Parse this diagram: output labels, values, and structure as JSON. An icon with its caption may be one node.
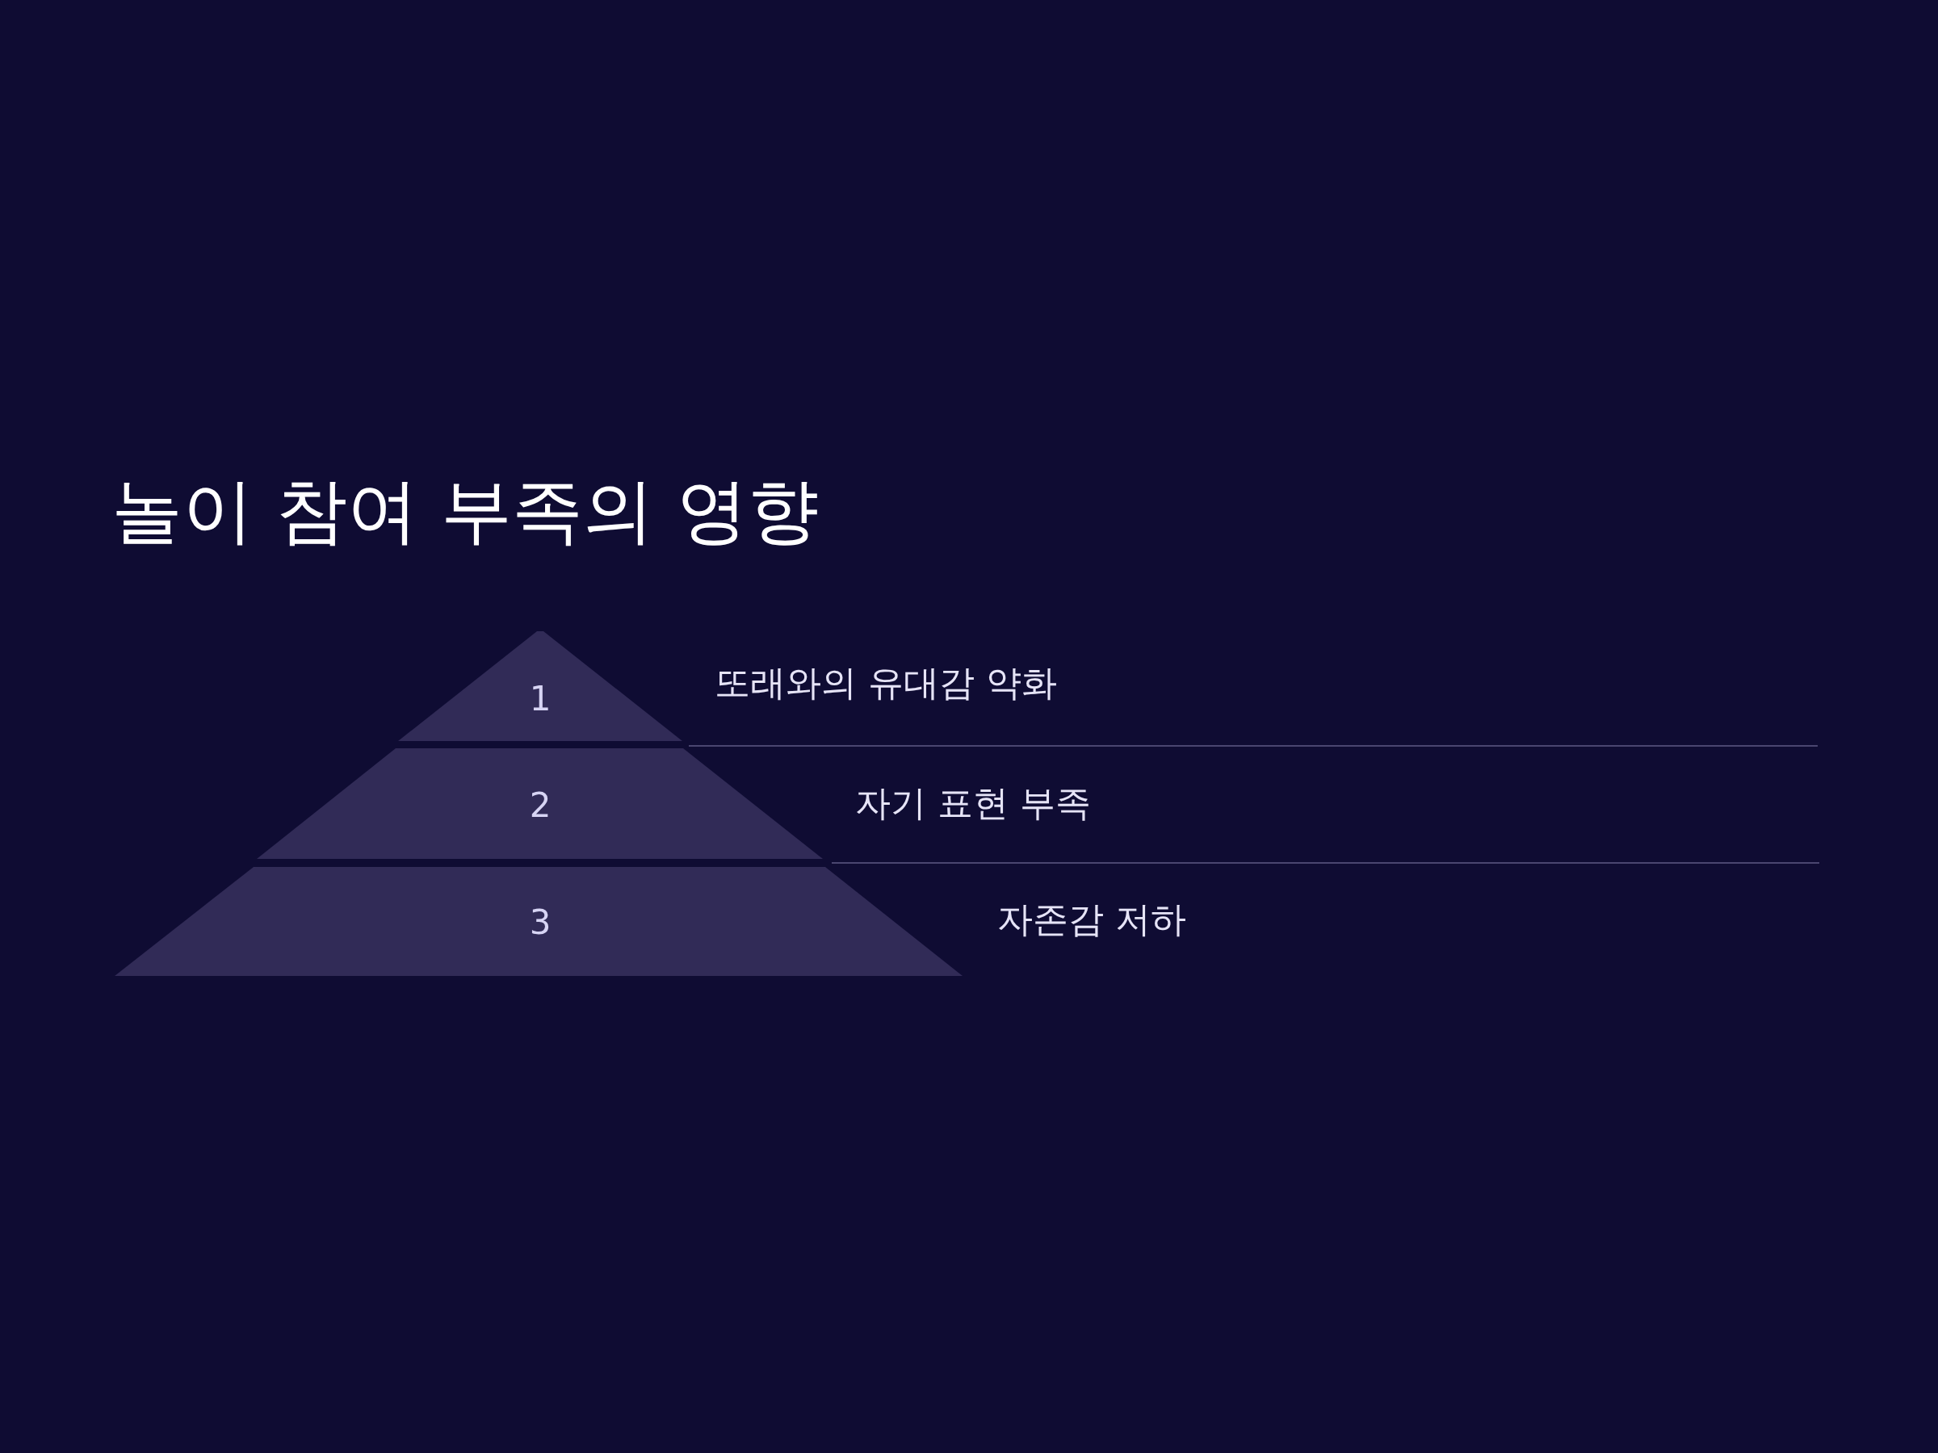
{
  "diagram": {
    "title": "놀이 참여 부족의 영향",
    "nodes": [
      {
        "text": [
          "1"
        ],
        "beside": [
          "또래와의 유대감 약화"
        ]
      },
      {
        "text": [
          "2"
        ],
        "beside": [
          "자기 표현 부족"
        ]
      },
      {
        "text": [
          "3"
        ],
        "beside": [
          "자존감 저하"
        ]
      }
    ]
  }
}
